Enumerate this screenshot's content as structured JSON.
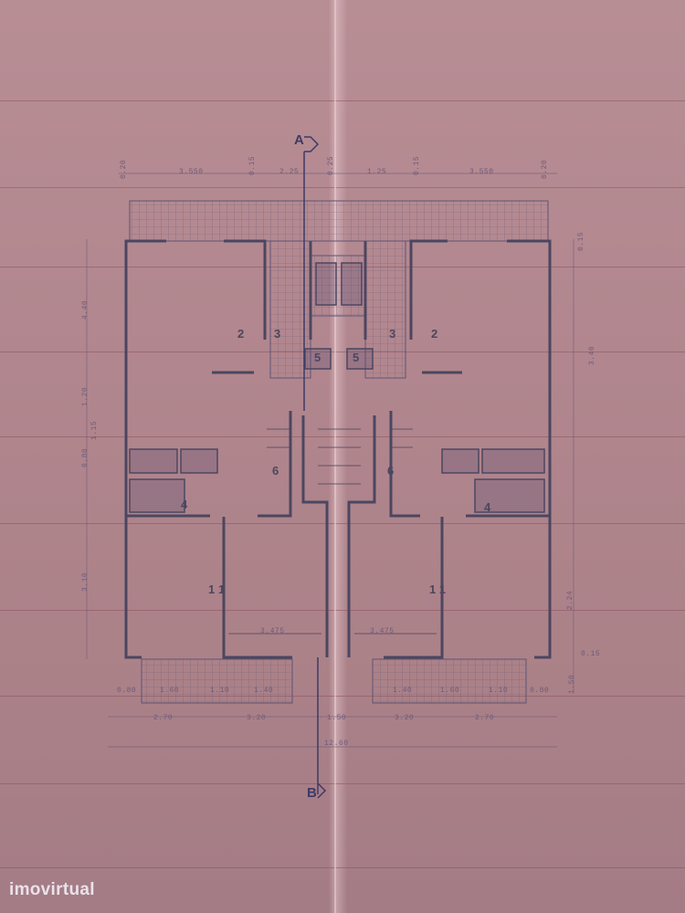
{
  "image": {
    "description": "Photograph of an architectural floor plan on pink/mauve paper (two mirrored apartments)",
    "colors": {
      "paper": "#b48a90",
      "ink": "#4c4660",
      "dimension_ink": "#6e5a78",
      "section_mark": "#3d3a66"
    }
  },
  "section_marks": {
    "top": "A",
    "bottom": "B"
  },
  "rooms": {
    "left": {
      "bedroom_top": "2",
      "corridor_top": "3",
      "small_top": "5",
      "bath": "4",
      "stair_side": "6",
      "living": "1 1"
    },
    "right": {
      "bedroom_top": "2",
      "corridor_top": "3",
      "small_top": "5",
      "bath": "4",
      "stair_side": "6",
      "living": "1 1"
    }
  },
  "dimensions": {
    "top": [
      "0.20",
      "3.550",
      "0.15",
      "2.25",
      "0.25",
      "1.25",
      "0.15",
      "3.550",
      "0.20"
    ],
    "left": [
      "4.40",
      "1.20",
      "1.15",
      "0.80",
      "3.10"
    ],
    "right": [
      "0.15",
      "3.40",
      "2.24",
      "0.15",
      "1.50"
    ],
    "inner_bottom": [
      "3.475",
      "3.475"
    ],
    "balcony_left": [
      "0.80",
      "1.60",
      "1.10",
      "1.40"
    ],
    "balcony_right": [
      "1.40",
      "1.60",
      "1.10",
      "0.80"
    ],
    "bottom": [
      "2.70",
      "3.20",
      "1.50",
      "3.20",
      "2.70"
    ],
    "total_width": "12.60"
  },
  "watermark": "imovirtual"
}
